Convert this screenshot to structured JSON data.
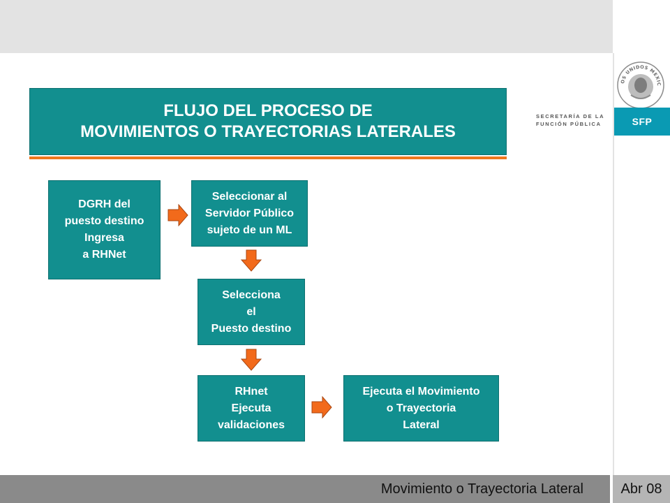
{
  "header": {
    "logo_text": "ESTADOS UNIDOS MEXICANOS",
    "secretaria_lines": [
      "SECRETARÍA DE LA",
      "FUNCIÓN PÚBLICA"
    ],
    "badge": "SFP"
  },
  "title": {
    "lines": [
      "FLUJO DEL PROCESO DE",
      "MOVIMIENTOS O TRAYECTORIAS LATERALES"
    ]
  },
  "nodes": {
    "dgrh": [
      "DGRH del",
      "puesto destino",
      "Ingresa",
      "a RHNet"
    ],
    "seleccionar": [
      "Seleccionar al",
      "Servidor Público",
      "sujeto de un ML"
    ],
    "selecciona": [
      "Selecciona",
      "el",
      "Puesto destino"
    ],
    "rhnet": [
      "RHnet",
      "Ejecuta",
      "validaciones"
    ],
    "ejecuta": [
      "Ejecuta el Movimiento",
      "o Trayectoria",
      "Lateral"
    ]
  },
  "footer": {
    "caption": "Movimiento o Trayectoria Lateral",
    "date": "Abr 08"
  },
  "colors": {
    "box_fill": "#128f8f",
    "accent_rule": "#f0781e",
    "arrow": "#f26a1b",
    "badge": "#0a9ab3"
  }
}
